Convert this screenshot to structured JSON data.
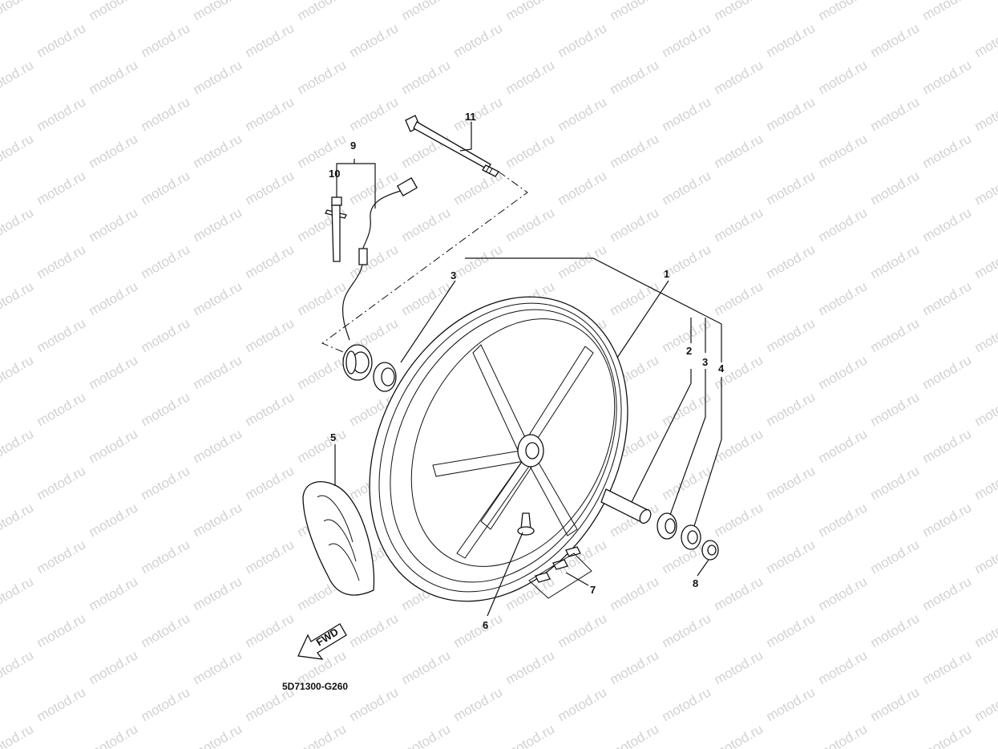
{
  "diagram": {
    "watermark_text": "motod.ru",
    "part_code": "5D71300-G260",
    "fwd_label": "FWD",
    "callouts": [
      {
        "id": "1",
        "label": "1"
      },
      {
        "id": "2",
        "label": "2"
      },
      {
        "id": "3a",
        "label": "3"
      },
      {
        "id": "3b",
        "label": "3"
      },
      {
        "id": "4",
        "label": "4"
      },
      {
        "id": "5",
        "label": "5"
      },
      {
        "id": "6",
        "label": "6"
      },
      {
        "id": "7",
        "label": "7"
      },
      {
        "id": "8",
        "label": "8"
      },
      {
        "id": "9",
        "label": "9"
      },
      {
        "id": "10",
        "label": "10"
      },
      {
        "id": "11",
        "label": "11"
      }
    ]
  }
}
